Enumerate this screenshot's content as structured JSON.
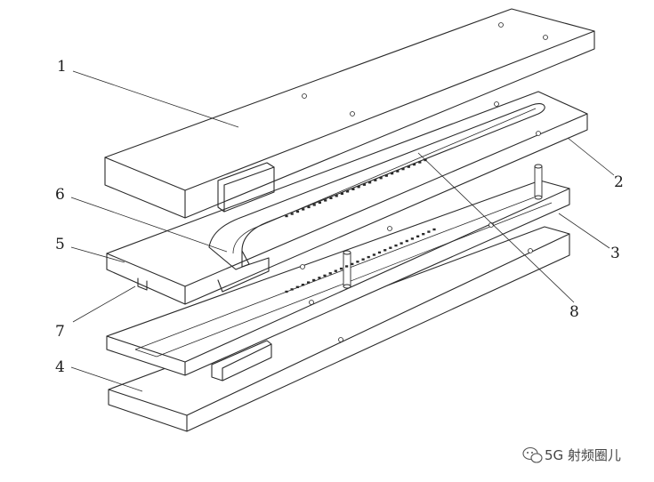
{
  "figure": {
    "callouts": [
      {
        "id": "c1",
        "text": "1"
      },
      {
        "id": "c2",
        "text": "2"
      },
      {
        "id": "c3",
        "text": "3"
      },
      {
        "id": "c4",
        "text": "4"
      },
      {
        "id": "c5",
        "text": "5"
      },
      {
        "id": "c6",
        "text": "6"
      },
      {
        "id": "c7",
        "text": "7"
      },
      {
        "id": "c8",
        "text": "8"
      }
    ]
  },
  "watermark": {
    "text": "5G 射频圈儿",
    "icon": "wechat-bubble-icon"
  }
}
